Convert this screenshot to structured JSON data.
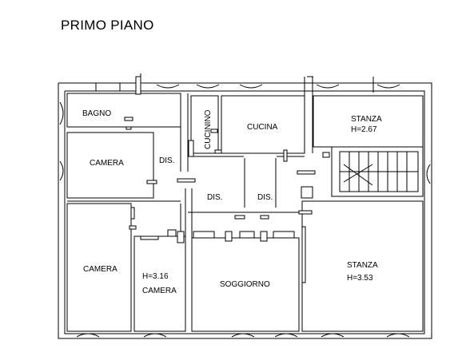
{
  "title": "PRIMO PIANO",
  "rooms": {
    "bagno": "BAGNO",
    "cucinino": "CUCININO",
    "cucina": "CUCINA",
    "stanza_top": "STANZA",
    "stanza_top_h": "H=2.67",
    "camera_top": "CAMERA",
    "dis_left": "DIS.",
    "dis_mid": "DIS.",
    "dis_right": "DIS.",
    "camera_bottom_left": "CAMERA",
    "camera_bottom_mid_h": "H=3.16",
    "camera_bottom_mid": "CAMERA",
    "soggiorno": "SOGGIORNO",
    "stanza_bottom": "STANZA",
    "stanza_bottom_h": "H=3.53"
  }
}
